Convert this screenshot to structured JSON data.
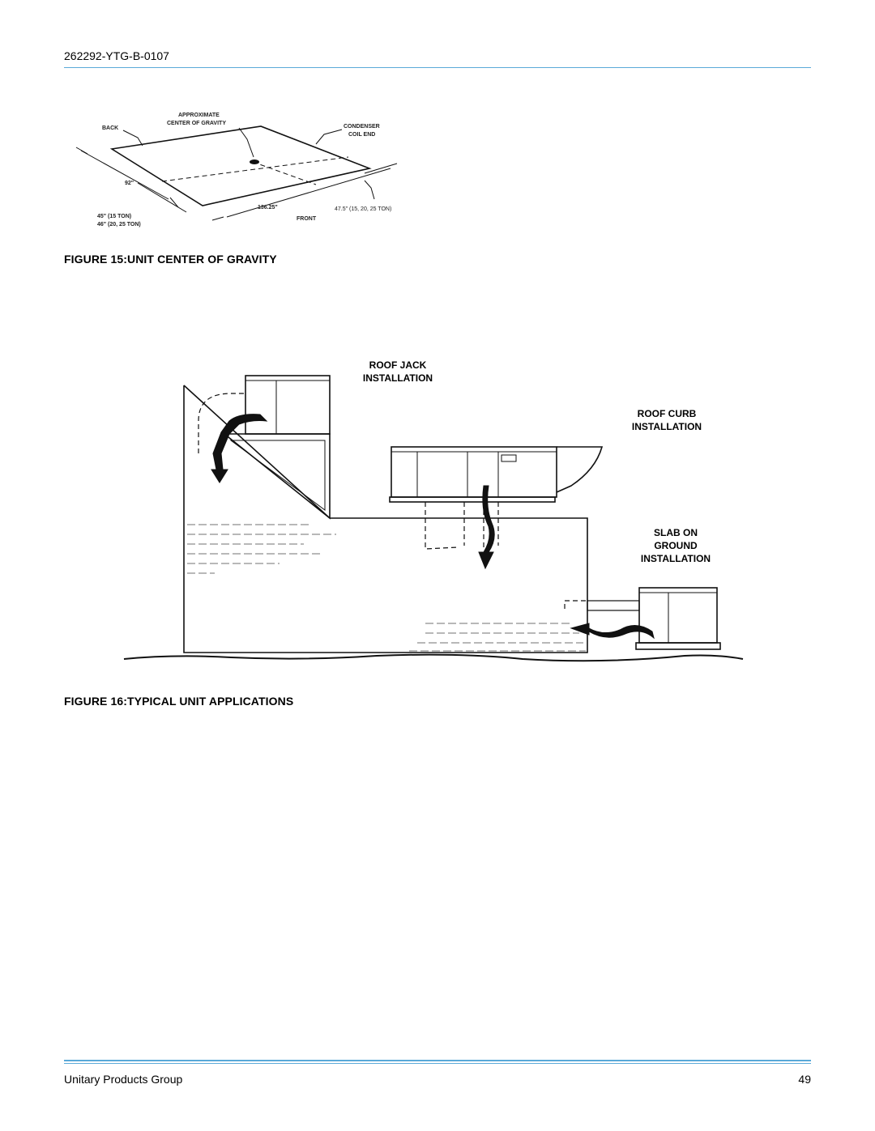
{
  "header": {
    "doc_number": "262292-YTG-B-0107"
  },
  "figure15": {
    "caption": "FIGURE 15:UNIT CENTER OF GRAVITY",
    "labels": {
      "back": "BACK",
      "cog_line1": "APPROXIMATE",
      "cog_line2": "CENTER OF GRAVITY",
      "condenser_line1": "CONDENSER",
      "condenser_line2": "COIL END",
      "width": "92\"",
      "length": "136.25\"",
      "front": "FRONT",
      "dim_left_1": "45\" (15 TON)",
      "dim_left_2": "46\" (20, 25 TON)",
      "dim_right": "47.5\" (15, 20, 25 TON)"
    }
  },
  "figure16": {
    "caption": "FIGURE 16:TYPICAL UNIT APPLICATIONS",
    "labels": {
      "roof_jack_1": "ROOF JACK",
      "roof_jack_2": "INSTALLATION",
      "roof_curb_1": "ROOF CURB",
      "roof_curb_2": "INSTALLATION",
      "slab_1": "SLAB ON",
      "slab_2": "GROUND",
      "slab_3": "INSTALLATION"
    }
  },
  "footer": {
    "company": "Unitary Products Group",
    "page_number": "49"
  }
}
